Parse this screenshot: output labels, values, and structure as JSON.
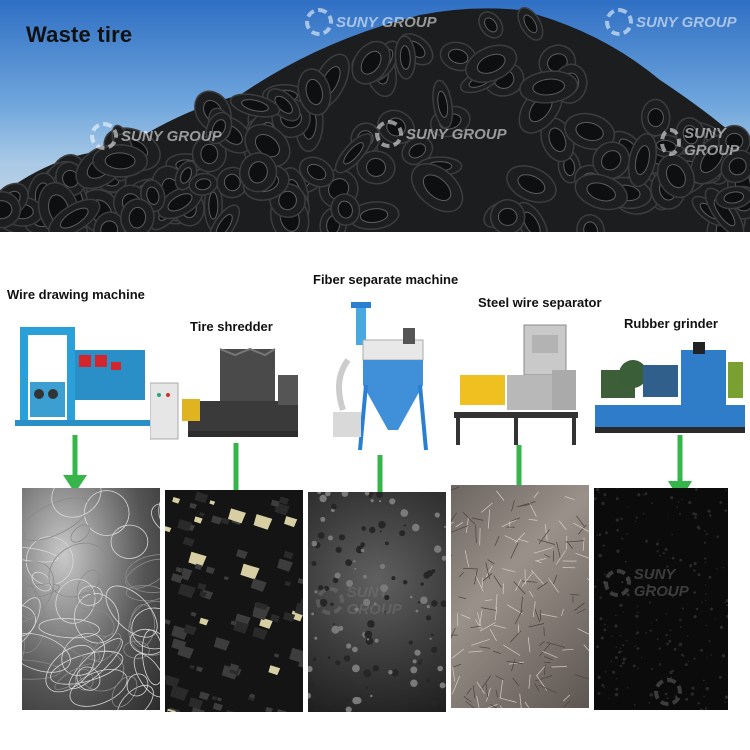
{
  "hero": {
    "title": "Waste tire",
    "sky_color": "#4f8ad0",
    "tire_color": "#1e1f20"
  },
  "watermark_text": "SUNY GROUP",
  "machines": [
    {
      "label": "Wire drawing machine",
      "material": "steel wire",
      "accent": "#2aa0d8"
    },
    {
      "label": "Tire shredder",
      "material": "rubber chips",
      "accent": "#3a3a3a"
    },
    {
      "label": "Fiber separate machine",
      "material": "fiber powder",
      "accent": "#2b7fd1"
    },
    {
      "label": "Steel wire separator",
      "material": "fine steel",
      "accent": "#f0c020"
    },
    {
      "label": "Rubber grinder",
      "material": "rubber powder",
      "accent": "#2f7dc8"
    }
  ],
  "arrow_color": "#35b54a"
}
